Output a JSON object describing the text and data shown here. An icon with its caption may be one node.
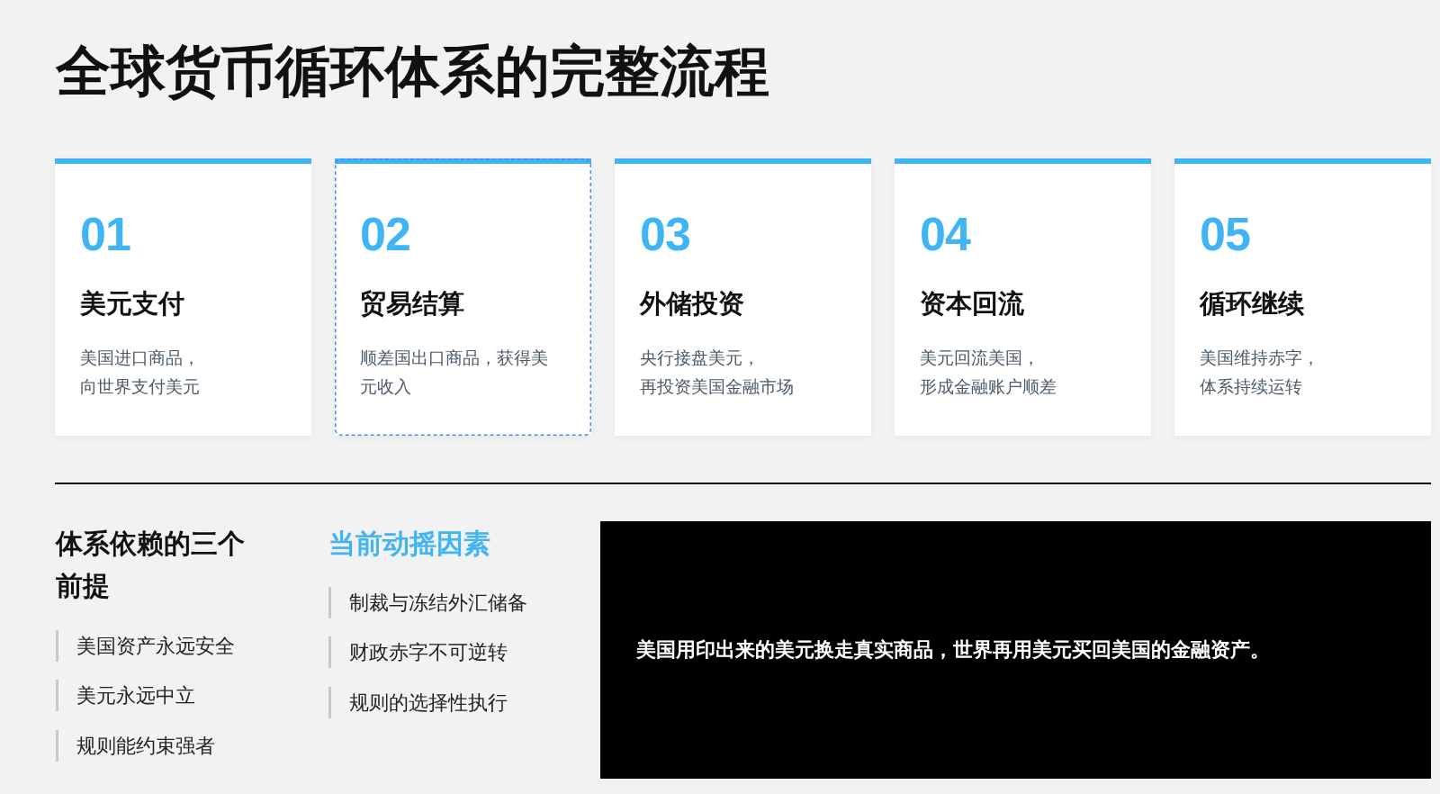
{
  "diagram": {
    "title": "全球货币循环体系的完整流程",
    "nodes": [
      {
        "text": [
          "01",
          "美元支付",
          "美国进口商品，向世界支付美元"
        ]
      },
      {
        "text": [
          "02",
          "贸易结算",
          "顺差国出口商品，获得美元收入"
        ]
      },
      {
        "text": [
          "03",
          "外储投资",
          "央行接盘美元，再投资美国金融市场"
        ]
      },
      {
        "text": [
          "04",
          "资本回流",
          "美元回流美国，形成金融账户顺差"
        ]
      },
      {
        "text": [
          "05",
          "循环继续",
          "美国维持赤字，体系持续运转"
        ]
      },
      {
        "text": [
          "美国用印出来的美元换走真实商品，世界再用美元买回美国的金融资产。"
        ]
      }
    ],
    "labels": [
      "体系依赖的三个前提",
      "美国资产永远安全",
      "美元永远中立",
      "规则能约束强者",
      "当前动摇因素",
      "制裁与冻结外汇储备",
      "财政赤字不可逆转",
      "规则的选择性执行"
    ]
  }
}
